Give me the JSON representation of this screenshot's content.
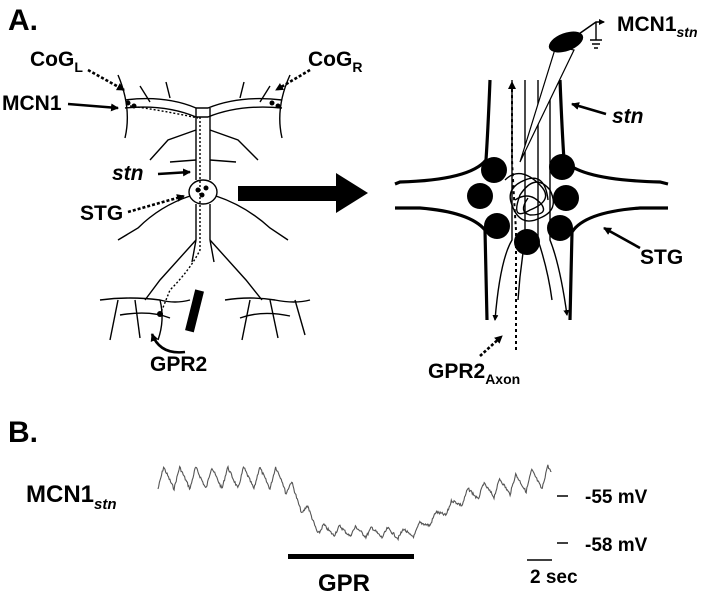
{
  "panel_a": {
    "letter": "A.",
    "left_labels": {
      "cog_l_main": "CoG",
      "cog_l_sub": "L",
      "cog_r_main": "CoG",
      "cog_r_sub": "R",
      "mcn1": "MCN1",
      "stn": "stn",
      "stg": "STG",
      "gpr2": "GPR2"
    },
    "right_labels": {
      "mcn1_stn_main": "MCN1",
      "mcn1_stn_sub": "stn",
      "stn": "stn",
      "stg": "STG",
      "gpr2_axon_main": "GPR2",
      "gpr2_axon_sub": "Axon"
    }
  },
  "panel_b": {
    "letter": "B.",
    "trace_label_main": "MCN1",
    "trace_label_sub": "stn",
    "level_high": "-55 mV",
    "level_low": "-58 mV",
    "stim_label": "GPR",
    "time_scale": "2 sec"
  },
  "colors": {
    "ink": "#000000",
    "trace": "#555555",
    "background": "#ffffff"
  }
}
